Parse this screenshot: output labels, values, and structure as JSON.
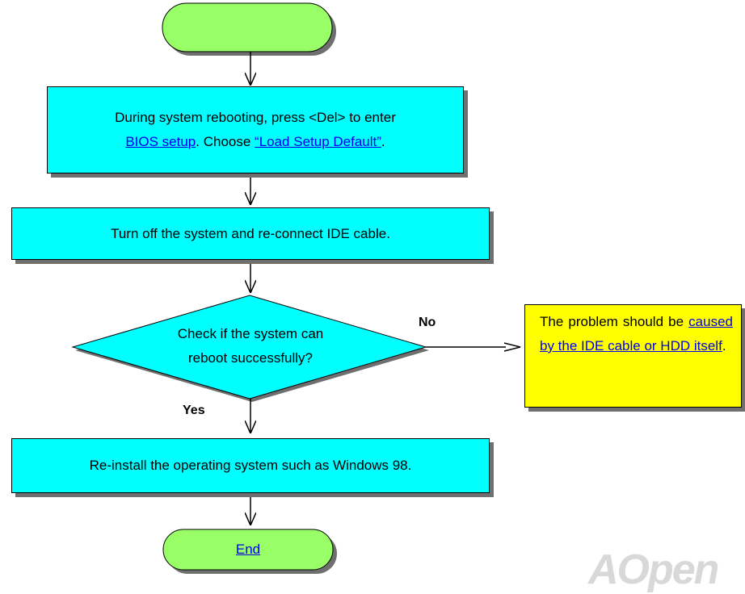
{
  "start": {
    "label": ""
  },
  "step1": {
    "line1": "During system rebooting, press <Del> to enter",
    "link_bios": "BIOS setup",
    "text_choose": ". Choose ",
    "link_defaults": "“Load Setup Default”",
    "text_end": "."
  },
  "step2": {
    "text": "Turn off the system and re-connect IDE cable."
  },
  "decision": {
    "line1": "Check if the system can",
    "line2": "reboot successfully?"
  },
  "labels": {
    "no": "No",
    "yes": "Yes"
  },
  "note": {
    "line1": "The problem should be",
    "link": "caused by the IDE cable or HDD itself",
    "text_end": "."
  },
  "step3": {
    "text": "Re-install the operating system such as Windows 98."
  },
  "end": {
    "link": "End"
  },
  "logo": {
    "text": "AOpen"
  },
  "colors": {
    "terminal": "#99ff66",
    "process": "#00ffff",
    "note": "#ffff00",
    "shadow": "#6f6f6f",
    "link": "#0000ee"
  }
}
